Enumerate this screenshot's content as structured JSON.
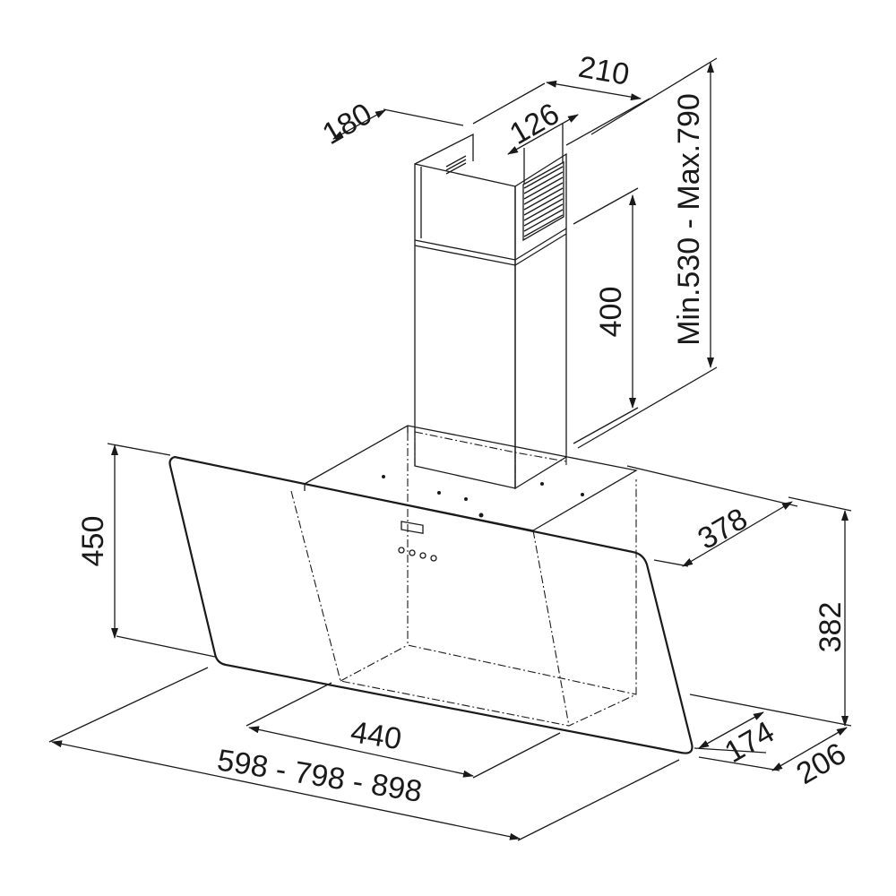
{
  "dimensions": {
    "chimney_depth": "180",
    "chimney_width": "210",
    "outlet_width": "126",
    "chimney_height_range": "Min.530 - Max.790",
    "upper_chimney_height": "400",
    "hood_height": "450",
    "hood_depth": "378",
    "side_height": "382",
    "base_depth": "174",
    "total_depth": "206",
    "inner_width": "440",
    "total_width": "598 - 798 - 898"
  }
}
